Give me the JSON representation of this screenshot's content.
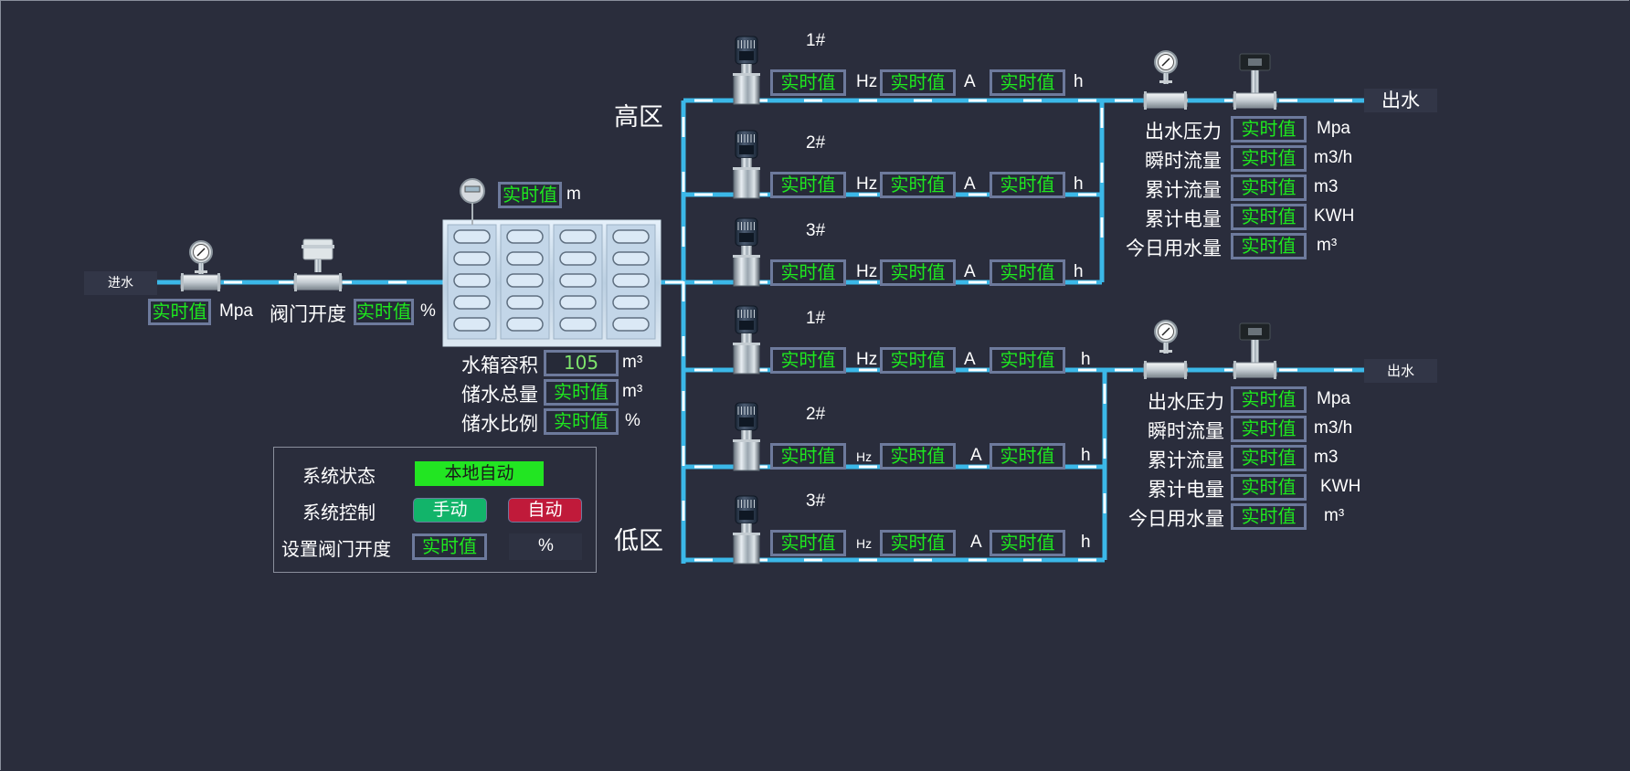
{
  "inlet": {
    "label": "进水",
    "pressure_value": "实时值",
    "pressure_unit": "Mpa",
    "valve_label": "阀门开度",
    "valve_value": "实时值",
    "valve_unit": "%"
  },
  "tank": {
    "level_value": "实时值",
    "level_unit": "m",
    "rows": [
      {
        "label": "水箱容积",
        "value": "105",
        "unit": "m³"
      },
      {
        "label": "储水总量",
        "value": "实时值",
        "unit": "m³"
      },
      {
        "label": "储水比例",
        "value": "实时值",
        "unit": "%"
      }
    ]
  },
  "control_panel": {
    "status_label": "系统状态",
    "status_value": "本地自动",
    "control_label": "系统控制",
    "manual_button": "手动",
    "auto_button": "自动",
    "valve_set_label": "设置阀门开度",
    "valve_set_value": "实时值",
    "valve_set_unit": "%"
  },
  "zones": [
    {
      "name": "高区",
      "pumps": [
        {
          "id": "1#",
          "freq": "实时值",
          "freq_unit": "Hz",
          "current": "实时值",
          "current_unit": "A",
          "hours": "实时值",
          "hours_unit": "h"
        },
        {
          "id": "2#",
          "freq": "实时值",
          "freq_unit": "Hz",
          "current": "实时值",
          "current_unit": "A",
          "hours": "实时值",
          "hours_unit": "h"
        },
        {
          "id": "3#",
          "freq": "实时值",
          "freq_unit": "Hz",
          "current": "实时值",
          "current_unit": "A",
          "hours": "实时值",
          "hours_unit": "h"
        }
      ],
      "outlet": {
        "label": "出水",
        "metrics": [
          {
            "label": "出水压力",
            "value": "实时值",
            "unit": "Mpa"
          },
          {
            "label": "瞬时流量",
            "value": "实时值",
            "unit": "m3/h"
          },
          {
            "label": "累计流量",
            "value": "实时值",
            "unit": "m3"
          },
          {
            "label": "累计电量",
            "value": "实时值",
            "unit": "KWH"
          },
          {
            "label": "今日用水量",
            "value": "实时值",
            "unit": "m³"
          }
        ]
      }
    },
    {
      "name": "低区",
      "pumps": [
        {
          "id": "1#",
          "freq": "实时值",
          "freq_unit": "Hz",
          "current": "实时值",
          "current_unit": "A",
          "hours": "实时值",
          "hours_unit": "h"
        },
        {
          "id": "2#",
          "freq": "实时值",
          "freq_unit": "Hz",
          "current": "实时值",
          "current_unit": "A",
          "hours": "实时值",
          "hours_unit": "h"
        },
        {
          "id": "3#",
          "freq": "实时值",
          "freq_unit": "Hz",
          "current": "实时值",
          "current_unit": "A",
          "hours": "实时值",
          "hours_unit": "h"
        }
      ],
      "outlet": {
        "label": "出水",
        "metrics": [
          {
            "label": "出水压力",
            "value": "实时值",
            "unit": "Mpa"
          },
          {
            "label": "瞬时流量",
            "value": "实时值",
            "unit": "m3/h"
          },
          {
            "label": "累计流量",
            "value": "实时值",
            "unit": "m3"
          },
          {
            "label": "累计电量",
            "value": "实时值",
            "unit": "KWH"
          },
          {
            "label": "今日用水量",
            "value": "实时值",
            "unit": "m³"
          }
        ]
      }
    }
  ],
  "colors": {
    "background": "#2a2d3c",
    "pipe": "#3bb8e8",
    "value_text": "#1ee81e",
    "value_border": "#6d7a9c",
    "status_ok": "#22e522",
    "manual": "#12b46a",
    "auto": "#c01a3a"
  }
}
